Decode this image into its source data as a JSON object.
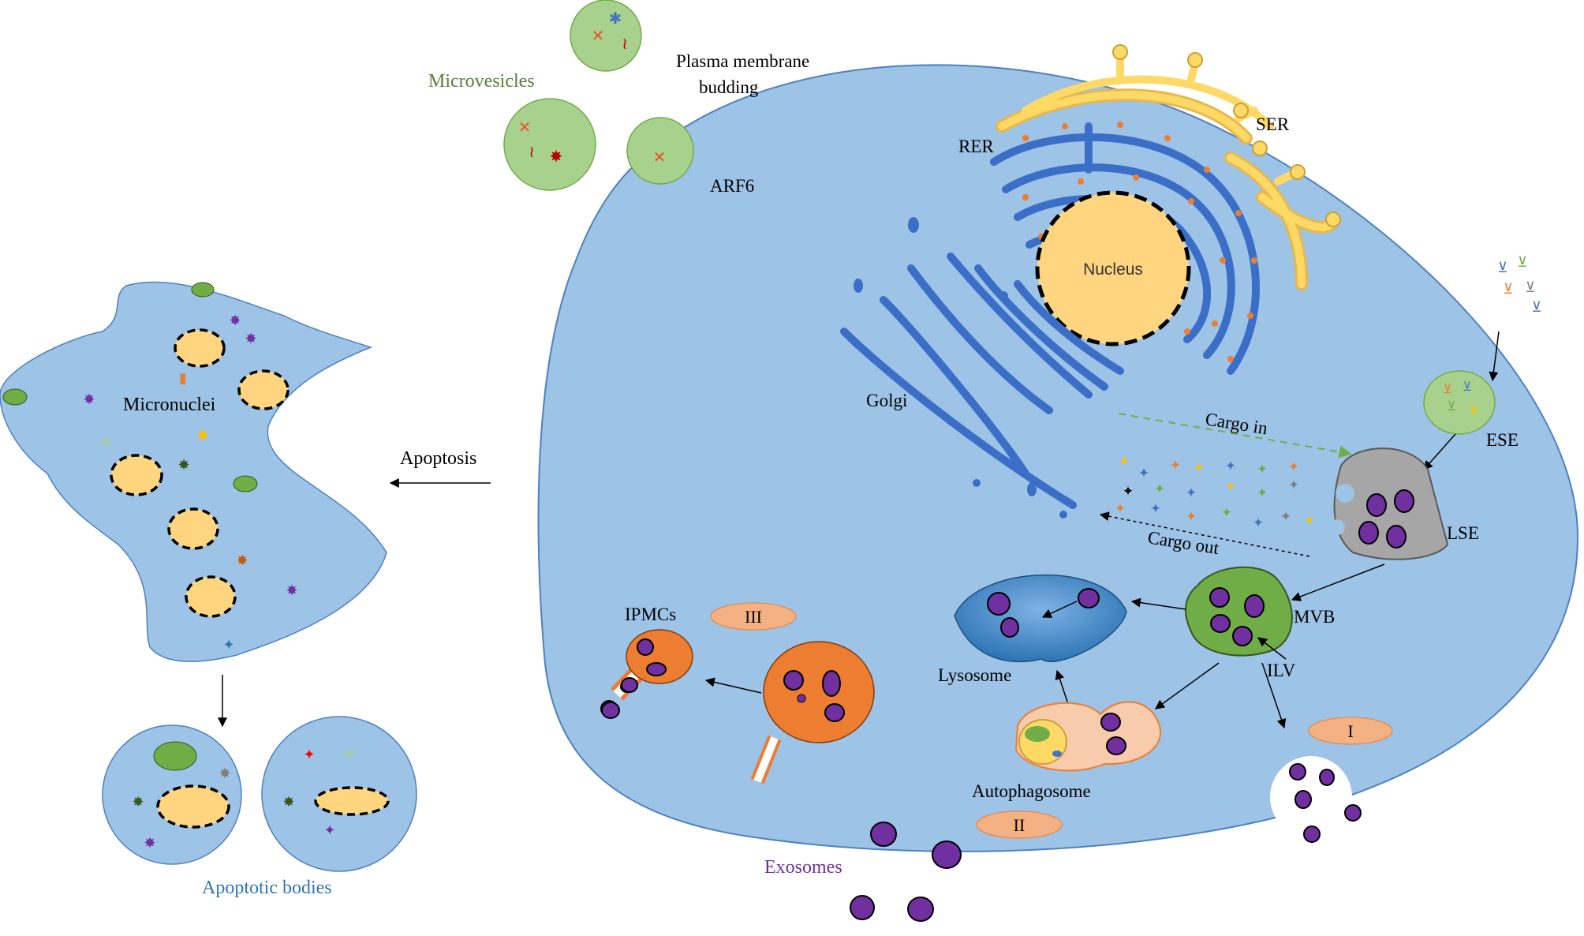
{
  "labels": {
    "microvesicles": "Microvesicles",
    "plasma_membrane_line1": "Plasma membrane",
    "plasma_membrane_line2": "budding",
    "arf6": "ARF6",
    "rer": "RER",
    "ser": "SER",
    "nucleus": "Nucleus",
    "golgi": "Golgi",
    "cargo_in": "Cargo in",
    "cargo_out": "Cargo out",
    "ese": "ESE",
    "lse": "LSE",
    "mvb": "MVB",
    "ilv": "ILV",
    "lysosome": "Lysosome",
    "autophagosome": "Autophagosome",
    "ipmcs": "IPMCs",
    "pathway_1": "I",
    "pathway_2": "II",
    "pathway_3": "III",
    "exosomes": "Exosomes",
    "micronuclei": "Micronuclei",
    "apoptosis": "Apoptosis",
    "apoptotic_bodies": "Apoptotic bodies"
  },
  "colors": {
    "cell_fill": "#9dc3e6",
    "cell_stroke": "#4f81bd",
    "er_blue": "#3b6fc7",
    "ser_yellow": "#ffd966",
    "nucleus_fill": "#ffd580",
    "vesicle_green": "#a9d18e",
    "mvb_green": "#70ad47",
    "lse_gray": "#a6a6a6",
    "ipmc_orange": "#ed7d31",
    "pathway_label_fill": "#f4b183",
    "exosome_purple": "#7030a0",
    "microvesicles_text": "#538135",
    "exosomes_text": "#7030a0",
    "apoptotic_text": "#2e75b6"
  }
}
